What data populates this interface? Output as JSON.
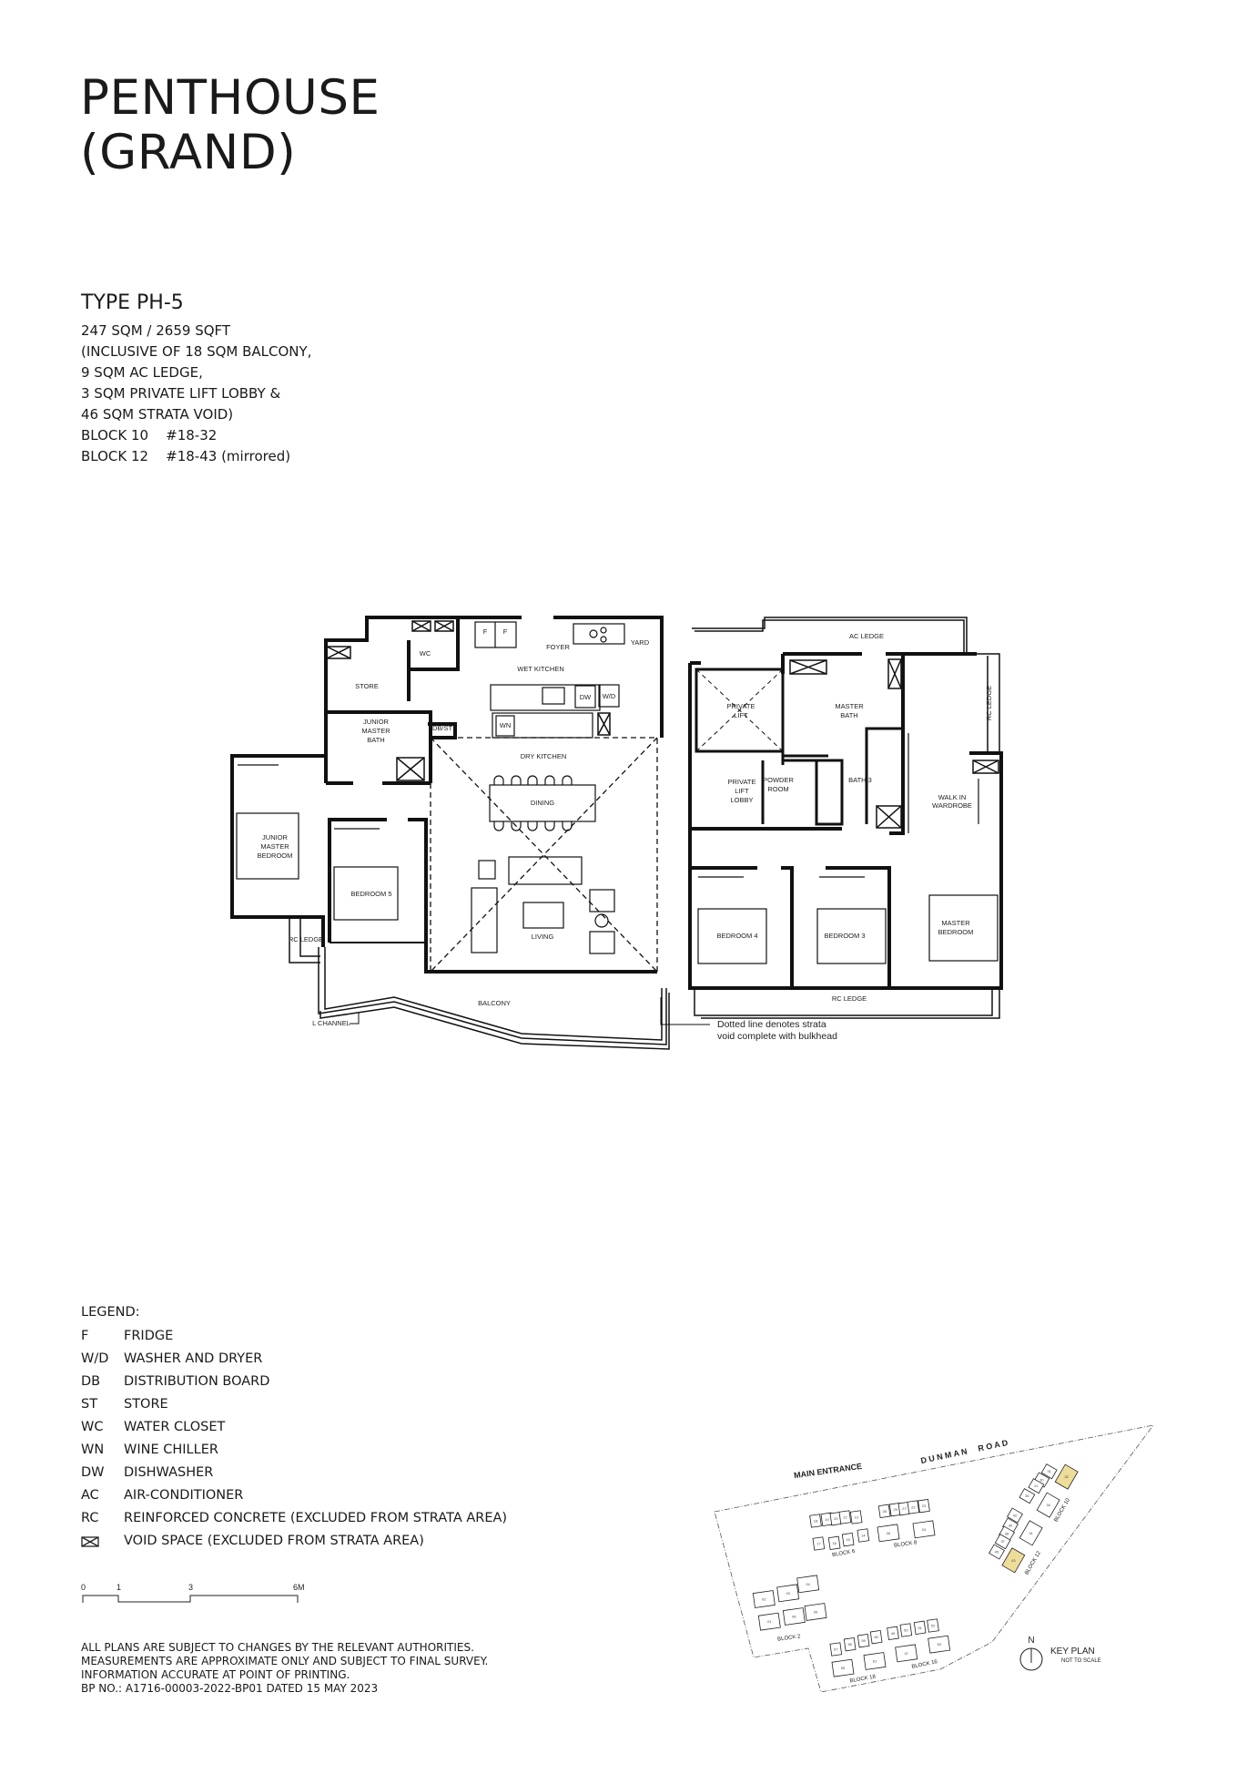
{
  "title": {
    "line1": "PENTHOUSE",
    "line2": "(GRAND)"
  },
  "unit": {
    "type": "TYPE PH-5",
    "details": [
      "247 SQM / 2659 SQFT",
      "(INCLUSIVE OF 18 SQM BALCONY,",
      "9 SQM AC LEDGE,",
      "3 SQM PRIVATE LIFT LOBBY &",
      "46 SQM STRATA VOID)",
      "BLOCK 10    #18-32",
      "BLOCK 12    #18-43 (mirrored)"
    ]
  },
  "floorplan": {
    "rooms": {
      "foyer": "FOYER",
      "yard": "YARD",
      "wet_kitchen": "WET  KITCHEN",
      "store": "STORE",
      "wc": "WC",
      "jr_master_bath": [
        "JUNIOR",
        "MASTER",
        "BATH"
      ],
      "db_st": "DB/ST",
      "dw": "DW",
      "wd": "W/D",
      "wn": "WN",
      "fridge_1": "F",
      "fridge_2": "F",
      "dry_kitchen": "DRY KITCHEN",
      "dining": "DINING",
      "living": "LIVING",
      "jr_master_bedroom": [
        "JUNIOR",
        "MASTER",
        "BEDROOM"
      ],
      "bedroom_5": "BEDROOM 5",
      "rc_ledge_left": "RC LEDGE",
      "balcony": "BALCONY",
      "l_channel": "L CHANNEL",
      "ac_ledge": "AC LEDGE",
      "private_lift": [
        "PRIVATE",
        "LIFT"
      ],
      "master_bath": [
        "MASTER",
        "BATH"
      ],
      "private_lift_lobby": [
        "PRIVATE",
        "LIFT",
        "LOBBY"
      ],
      "powder_room": [
        "POWDER",
        "ROOM"
      ],
      "bath_3": "BATH 3",
      "walk_in_wardrobe": [
        "WALK IN",
        "WARDROBE"
      ],
      "rc_ledge_right": "RC LEDGE",
      "bedroom_4": "BEDROOM 4",
      "bedroom_3": "BEDROOM 3",
      "master_bedroom": [
        "MASTER",
        "BEDROOM"
      ],
      "rc_ledge_bottom": "RC LEDGE"
    },
    "note": [
      "Dotted line denotes strata",
      "void complete with bulkhead"
    ]
  },
  "legend": {
    "heading": "LEGEND:",
    "items": [
      {
        "abbr": "F",
        "desc": "FRIDGE"
      },
      {
        "abbr": "W/D",
        "desc": "WASHER AND DRYER"
      },
      {
        "abbr": "DB",
        "desc": "DISTRIBUTION BOARD"
      },
      {
        "abbr": "ST",
        "desc": "STORE"
      },
      {
        "abbr": "WC",
        "desc": "WATER CLOSET"
      },
      {
        "abbr": "WN",
        "desc": "WINE CHILLER"
      },
      {
        "abbr": "DW",
        "desc": "DISHWASHER"
      },
      {
        "abbr": "AC",
        "desc": "AIR-CONDITIONER"
      },
      {
        "abbr": "RC",
        "desc": "REINFORCED CONCRETE (EXCLUDED FROM STRATA AREA)"
      },
      {
        "abbr": "void-space-icon",
        "desc": "VOID SPACE (EXCLUDED FROM STRATA AREA)"
      }
    ]
  },
  "scale_bar": {
    "ticks": [
      "0",
      "1",
      "3",
      "6M"
    ]
  },
  "disclaimer": [
    "ALL PLANS ARE SUBJECT TO CHANGES BY THE RELEVANT AUTHORITIES.",
    "MEASUREMENTS ARE APPROXIMATE ONLY AND SUBJECT TO FINAL SURVEY.",
    "INFORMATION ACCURATE AT POINT OF PRINTING.",
    "BP NO.: A1716-00003-2022-BP01 DATED 15 MAY 2023"
  ],
  "key_plan": {
    "title": "KEY PLAN",
    "subtitle": "NOT TO SCALE",
    "north": "N",
    "main_entrance": "MAIN ENTRANCE",
    "road": "D U N M A N     R O A D",
    "blocks": [
      "BLOCK 2",
      "BLOCK 6",
      "BLOCK 8",
      "BLOCK 10",
      "BLOCK 12",
      "BLOCK 16",
      "BLOCK 18"
    ],
    "units": [
      "18",
      "19",
      "20",
      "12",
      "13",
      "17",
      "16",
      "15",
      "14",
      "28",
      "29",
      "27",
      "22",
      "23",
      "26",
      "24",
      "02",
      "03",
      "04",
      "01",
      "06",
      "05",
      "57",
      "56",
      "59",
      "60",
      "49",
      "50",
      "51",
      "52",
      "55",
      "61",
      "47",
      "53",
      "32",
      "31",
      "30",
      "21",
      "35",
      "34",
      "42",
      "39",
      "38",
      "37",
      "41",
      "45",
      "43"
    ],
    "highlighted_units": [
      "32",
      "43"
    ],
    "highlight_color": "#EEDC9A"
  }
}
